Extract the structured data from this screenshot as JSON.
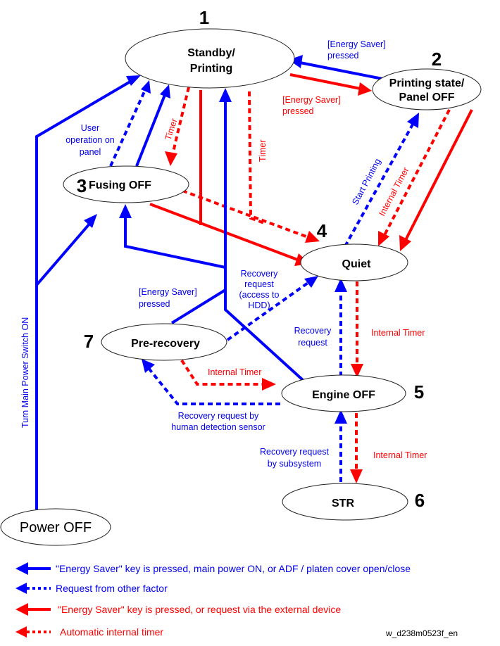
{
  "diagram": {
    "title": "Energy saver mode state transition diagram",
    "colors": {
      "blue": "#0000ff",
      "red": "#ff0000",
      "node_border": "#222222",
      "text": "#000000"
    },
    "nodes": {
      "standby": {
        "number": "1",
        "line1": "Standby/",
        "line2": "Printing"
      },
      "panel_off": {
        "number": "2",
        "line1": "Printing state/",
        "line2": "Panel OFF"
      },
      "fusing_off": {
        "number": "3",
        "label": "Fusing OFF"
      },
      "quiet": {
        "number": "4",
        "label": "Quiet"
      },
      "engine_off": {
        "number": "5",
        "label": "Engine OFF"
      },
      "str": {
        "number": "6",
        "label": "STR"
      },
      "pre_recovery": {
        "number": "7",
        "label": "Pre-recovery"
      },
      "power_off": {
        "label": "Power OFF"
      }
    },
    "edge_labels": {
      "es_pressed_blue_l1": "[Energy Saver]",
      "es_pressed_blue_l2": "pressed",
      "es_pressed_red_l1": "[Energy Saver]",
      "es_pressed_red_l2": "pressed",
      "user_op_l1": "User",
      "user_op_l2": "operation on",
      "user_op_l3": "panel",
      "timer_1": "Timer",
      "timer_2": "Timer",
      "start_printing": "Start Printing",
      "internal_timer_2_4": "Internal Timer",
      "recovery_hdd_l1": "Recovery",
      "recovery_hdd_l2": "request",
      "recovery_hdd_l3": "(access to",
      "recovery_hdd_l4": "HDD)",
      "es_pressed_7_l1": "[Energy Saver]",
      "es_pressed_7_l2": "pressed",
      "recovery_req_l1": "Recovery",
      "recovery_req_l2": "request",
      "internal_timer_4_5": "Internal Timer",
      "internal_timer_7_5": "Internal Timer",
      "human_detect_l1": "Recovery request by",
      "human_detect_l2": "human detection sensor",
      "subsystem_l1": "Recovery request",
      "subsystem_l2": "by subsystem",
      "internal_timer_5_6": "Internal Timer",
      "main_power": "Turn Main Power Switch ON"
    },
    "legend": [
      {
        "style": "solid-blue",
        "text": "\"Energy Saver\" key is pressed, main power ON, or ADF / platen cover open/close"
      },
      {
        "style": "dashed-blue",
        "text": "Request from other factor"
      },
      {
        "style": "solid-red",
        "text": "\"Energy Saver\" key is pressed, or request via the external device"
      },
      {
        "style": "dashed-red",
        "text": "Automatic internal timer"
      }
    ],
    "figure_id": "w_d238m0523f_en"
  }
}
